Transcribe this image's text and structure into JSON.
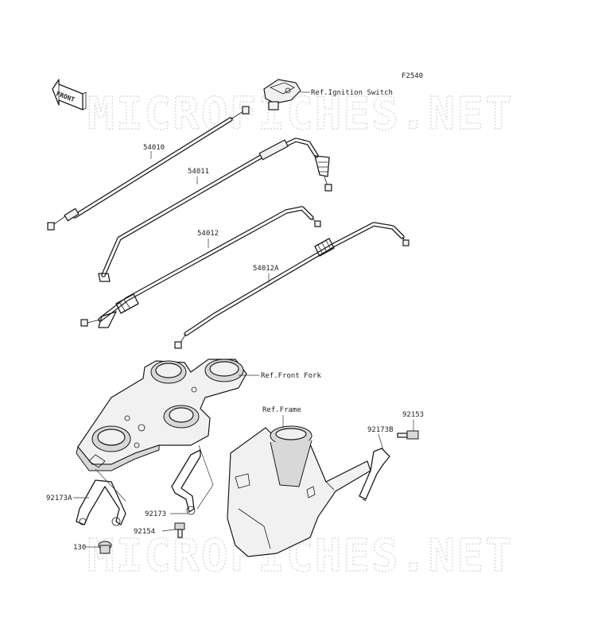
{
  "figure_code": "F2540",
  "watermark": "MICROFICHES.NET",
  "front_arrow": "FRONT",
  "refs": {
    "ignition_switch": "Ref.Ignition Switch",
    "front_fork": "Ref.Front Fork",
    "frame": "Ref.Frame"
  },
  "parts": {
    "p54010": "54010",
    "p54011": "54011",
    "p54012": "54012",
    "p54012a": "54012A",
    "p92153": "92153",
    "p92173b": "92173B",
    "p92173a": "92173A",
    "p92173": "92173",
    "p92154": "92154",
    "p130": "130"
  }
}
